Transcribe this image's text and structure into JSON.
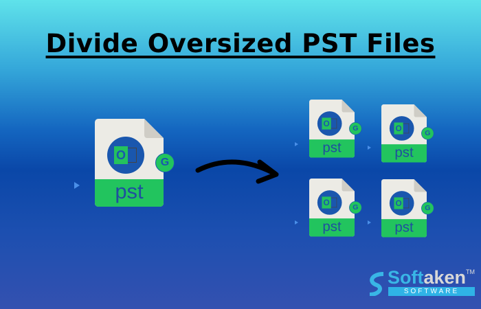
{
  "title": "Divide Oversized PST Files",
  "file_label": "pst",
  "outlook_letter": "O",
  "badge_glyph": "G",
  "brand": {
    "name_a": "Soft",
    "name_b": "aken",
    "tm": "TM",
    "sub": "SOFTWARE"
  },
  "colors": {
    "green": "#22c45e",
    "blue": "#1a57ae"
  }
}
